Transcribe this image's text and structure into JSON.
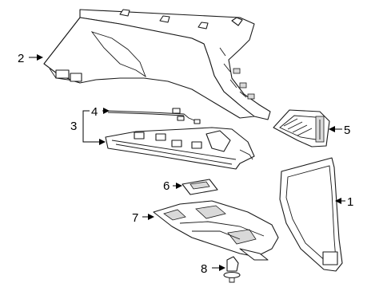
{
  "callouts": [
    {
      "id": "1",
      "label": "1"
    },
    {
      "id": "2",
      "label": "2"
    },
    {
      "id": "3",
      "label": "3"
    },
    {
      "id": "4",
      "label": "4"
    },
    {
      "id": "5",
      "label": "5"
    },
    {
      "id": "6",
      "label": "6"
    },
    {
      "id": "7",
      "label": "7"
    },
    {
      "id": "8",
      "label": "8"
    }
  ],
  "colors": {
    "line": "#1a1a1a",
    "background": "#ffffff",
    "shade": "#d9d9d9"
  }
}
